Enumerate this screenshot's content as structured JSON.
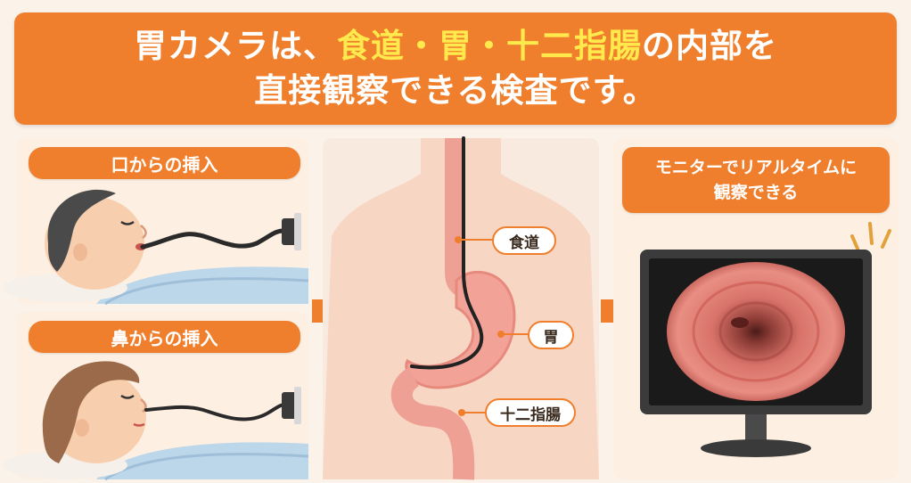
{
  "header": {
    "line1_a": "胃カメラは、",
    "line1_hl": "食道・胃・十二指腸",
    "line1_b": "の内部を",
    "line2": "直接観察できる検査です。"
  },
  "left": {
    "oral_title": "口からの挿入",
    "nasal_title": "鼻からの挿入"
  },
  "center": {
    "labels": {
      "esophagus": "食道",
      "stomach": "胃",
      "duodenum": "十二指腸"
    }
  },
  "right": {
    "caption_line1": "モニターでリアルタイムに",
    "caption_line2": "観察できる"
  },
  "colors": {
    "accent": "#ef7f2c",
    "highlight": "#ffe94d",
    "card_bg": "#fdf0e2"
  },
  "icons": [
    "right-arrow-icon",
    "endoscope-icon",
    "monitor-icon",
    "alert-lines-icon"
  ]
}
